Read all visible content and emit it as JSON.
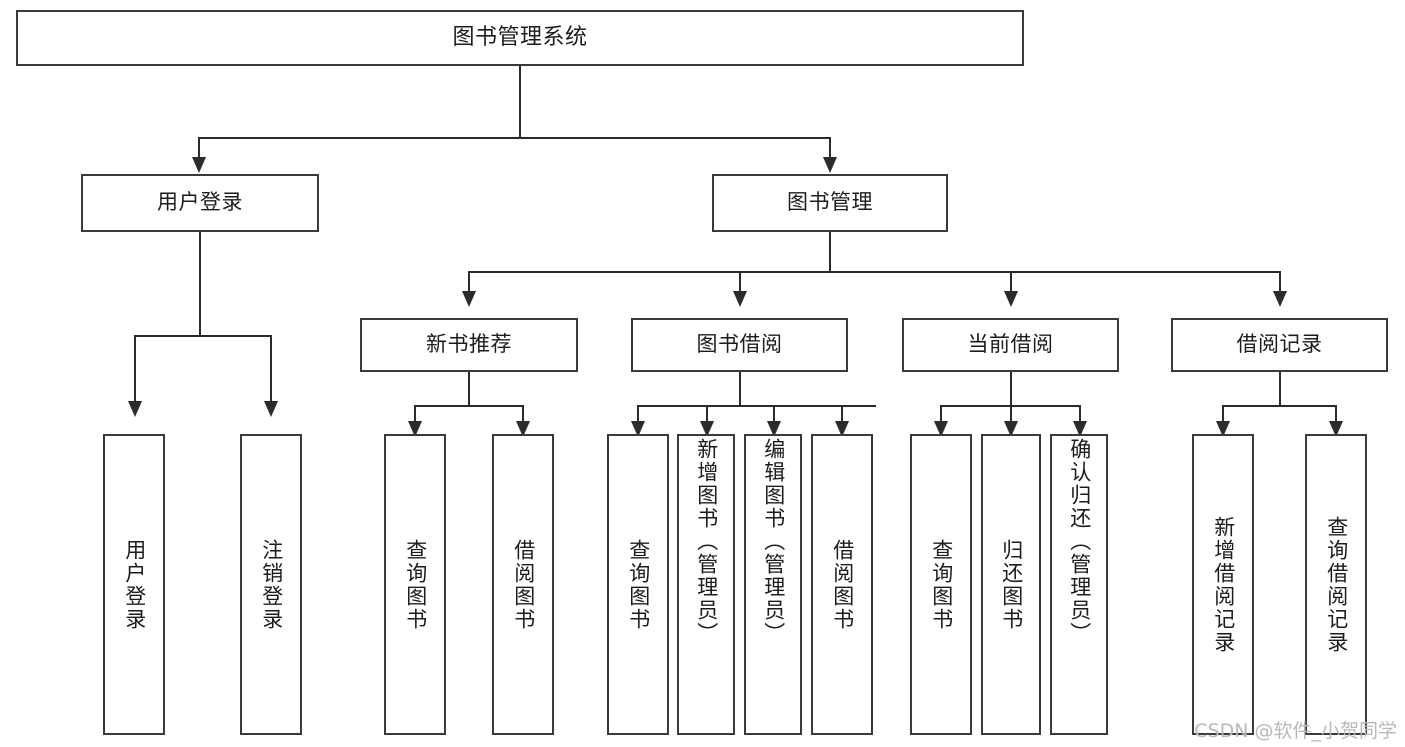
{
  "diagram": {
    "title": "图书管理系统",
    "watermark": "CSDN @软件_小贺同学",
    "root": {
      "label": "图书管理系统"
    },
    "level1": [
      {
        "label": "用户登录"
      },
      {
        "label": "图书管理"
      }
    ],
    "level2": [
      {
        "label": "新书推荐"
      },
      {
        "label": "图书借阅"
      },
      {
        "label": "当前借阅"
      },
      {
        "label": "借阅记录"
      }
    ],
    "leaves": {
      "user_login": [
        {
          "label": "用户登录"
        },
        {
          "label": "注销登录"
        }
      ],
      "new_book_recommend": [
        {
          "label": "查询图书"
        },
        {
          "label": "借阅图书"
        }
      ],
      "book_borrow": [
        {
          "label": "查询图书"
        },
        {
          "label": "新增图书（管理员）"
        },
        {
          "label": "编辑图书（管理员）"
        },
        {
          "label": "借阅图书"
        }
      ],
      "current_borrow": [
        {
          "label": "查询图书"
        },
        {
          "label": "归还图书"
        },
        {
          "label": "确认归还（管理员）"
        }
      ],
      "borrow_record": [
        {
          "label": "新增借阅记录"
        },
        {
          "label": "查询借阅记录"
        }
      ]
    }
  },
  "colors": {
    "box_border": "#3a3a3a",
    "line": "#2b2b2b",
    "background": "#ffffff",
    "text": "#1c1c1c",
    "watermark": "#b9b9b9"
  }
}
